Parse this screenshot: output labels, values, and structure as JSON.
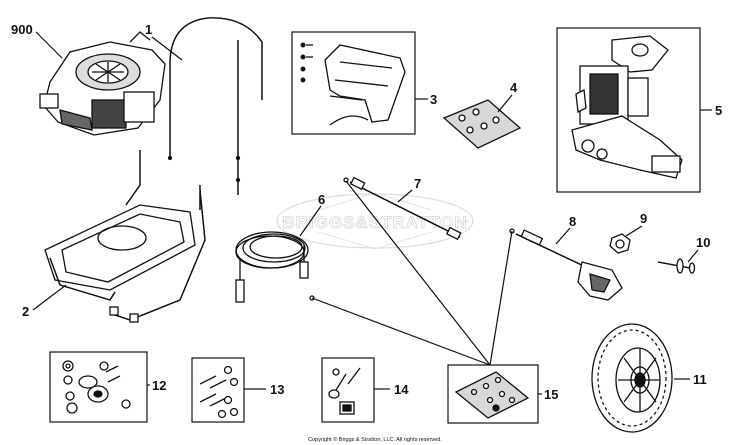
{
  "diagram": {
    "watermark": "BRIGGS&STRATTON",
    "copyright": "Copyright © Briggs & Stratton, LLC. All rights reserved.",
    "callouts": [
      {
        "id": "900",
        "label": "900"
      },
      {
        "id": "1",
        "label": "1"
      },
      {
        "id": "2",
        "label": "2"
      },
      {
        "id": "3",
        "label": "3"
      },
      {
        "id": "4",
        "label": "4"
      },
      {
        "id": "5",
        "label": "5"
      },
      {
        "id": "6",
        "label": "6"
      },
      {
        "id": "7",
        "label": "7"
      },
      {
        "id": "8",
        "label": "8"
      },
      {
        "id": "9",
        "label": "9"
      },
      {
        "id": "10",
        "label": "10"
      },
      {
        "id": "11",
        "label": "11"
      },
      {
        "id": "12",
        "label": "12"
      },
      {
        "id": "13",
        "label": "13"
      },
      {
        "id": "14",
        "label": "14"
      },
      {
        "id": "15",
        "label": "15"
      }
    ]
  }
}
